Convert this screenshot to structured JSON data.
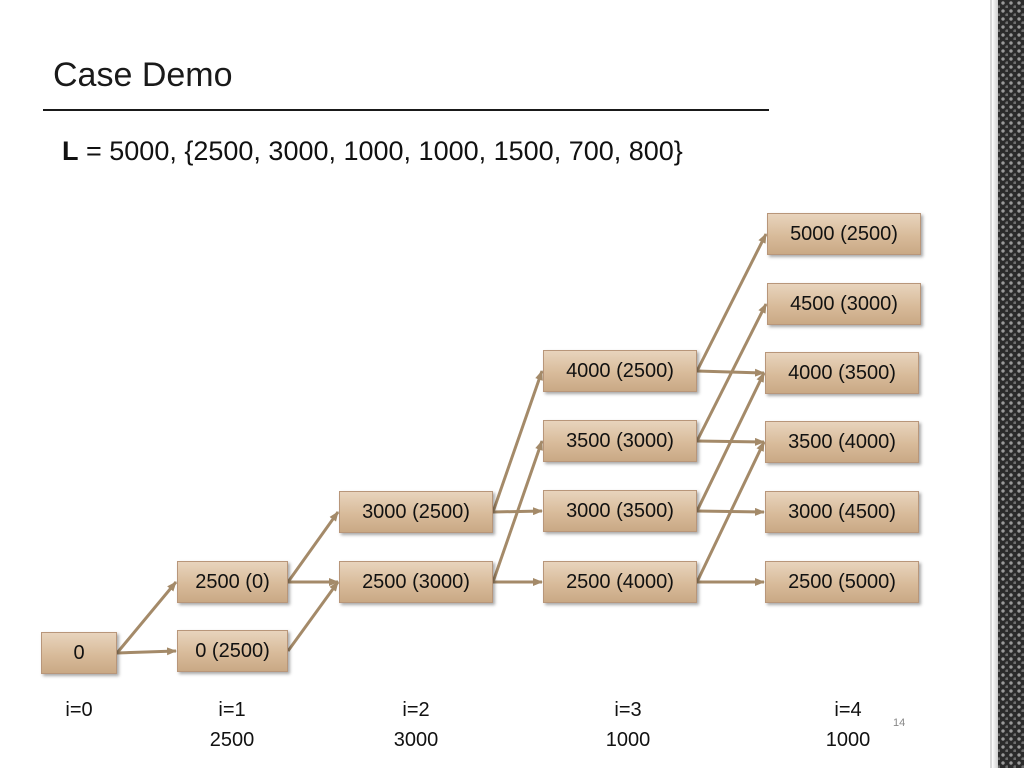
{
  "slide": {
    "title": "Case Demo",
    "problem_bold": "L",
    "problem_rest": " = 5000, {2500, 3000, 1000, 1000, 1500, 700, 800}",
    "page_number": "14"
  },
  "nodes": {
    "n0": "0",
    "n1a": "2500 (0)",
    "n1b": "0 (2500)",
    "n2a": "3000 (2500)",
    "n2b": "2500 (3000)",
    "n3a": "4000 (2500)",
    "n3b": "3500 (3000)",
    "n3c": "3000 (3500)",
    "n3d": "2500 (4000)",
    "n4a": "5000 (2500)",
    "n4b": "4500 (3000)",
    "n4c": "4000 (3500)",
    "n4d": "3500 (4000)",
    "n4e": "3000 (4500)",
    "n4f": "2500 (5000)"
  },
  "edges": [
    [
      "n0",
      "n1a"
    ],
    [
      "n0",
      "n1b"
    ],
    [
      "n1a",
      "n2a"
    ],
    [
      "n1a",
      "n2b"
    ],
    [
      "n1b",
      "n2b"
    ],
    [
      "n2a",
      "n3a"
    ],
    [
      "n2a",
      "n3c"
    ],
    [
      "n2b",
      "n3b"
    ],
    [
      "n2b",
      "n3d"
    ],
    [
      "n3a",
      "n4a"
    ],
    [
      "n3a",
      "n4c"
    ],
    [
      "n3b",
      "n4b"
    ],
    [
      "n3b",
      "n4d"
    ],
    [
      "n3c",
      "n4c"
    ],
    [
      "n3c",
      "n4e"
    ],
    [
      "n3d",
      "n4d"
    ],
    [
      "n3d",
      "n4f"
    ]
  ],
  "stages": [
    {
      "index": "i=0",
      "weight": ""
    },
    {
      "index": "i=1",
      "weight": "2500"
    },
    {
      "index": "i=2",
      "weight": "3000"
    },
    {
      "index": "i=3",
      "weight": "1000"
    },
    {
      "index": "i=4",
      "weight": "1000"
    }
  ],
  "colors": {
    "arrow": "#a48a69"
  }
}
